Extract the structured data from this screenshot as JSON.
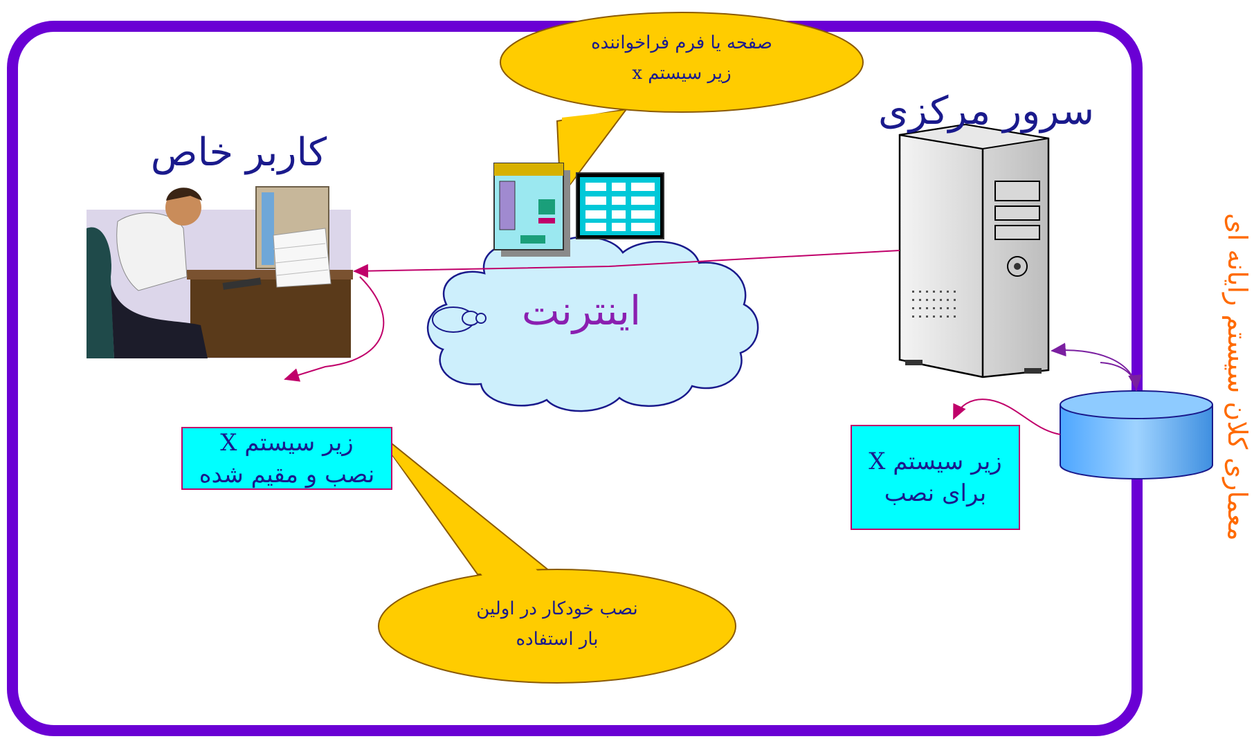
{
  "frame": {
    "border_color": "#6a00d4"
  },
  "side_title": "معماری کلان سیستم رایانه ای",
  "user": {
    "label": "کاربر خاص"
  },
  "server": {
    "label": "سرور مرکزی"
  },
  "internet": {
    "label": "اینترنت"
  },
  "callout_top": {
    "line1": "صفحه یا فرم فراخواننده",
    "line2": "زیر سیستم x"
  },
  "box_installed": {
    "line1": "زیر سیستم X",
    "line2": "نصب و مقیم شده"
  },
  "box_for_install": {
    "line1": "زیر سیستم X",
    "line2": "برای نصب"
  },
  "callout_bottom": {
    "line1": "نصب خودکار در اولین",
    "line2": "بار استفاده"
  },
  "colors": {
    "callout_fill": "#ffcc00",
    "box_fill": "#00ffff",
    "cloud_fill": "#cdeffc",
    "arrow": "#c0006a",
    "text": "#1a1a8c",
    "side_title": "#ff6a00"
  },
  "icons": [
    "person-at-desk-icon",
    "server-tower-icon",
    "database-cylinder-icon",
    "form-window-icon",
    "grid-window-icon",
    "cloud-icon"
  ]
}
